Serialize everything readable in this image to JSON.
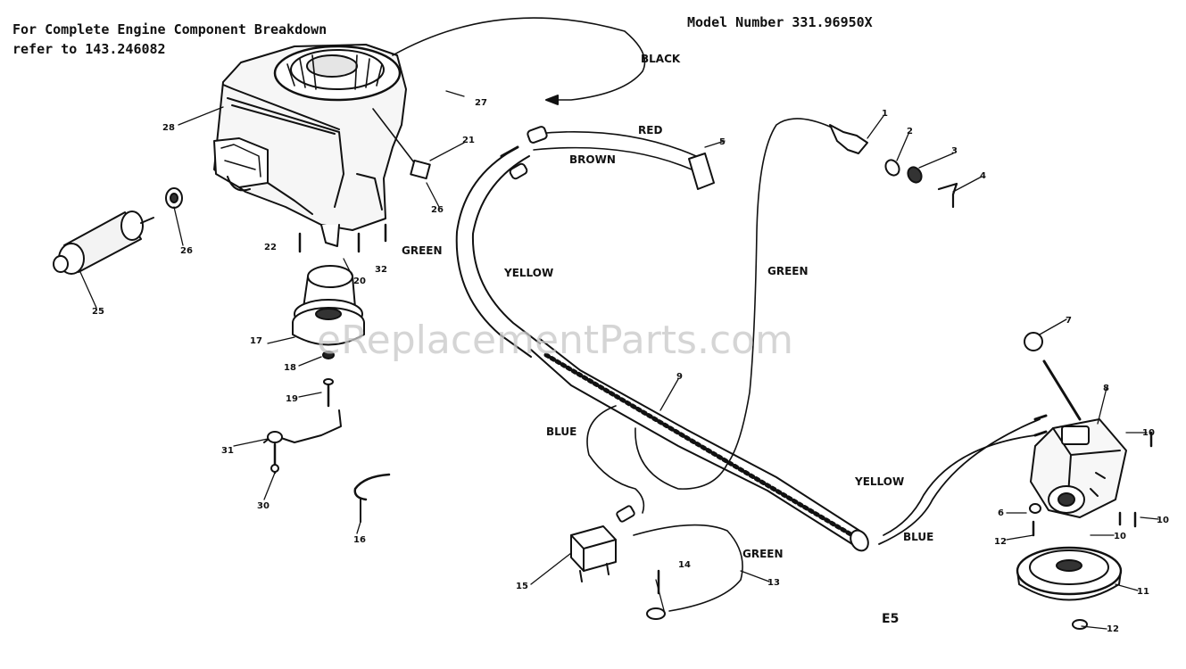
{
  "header": {
    "line1": "For Complete Engine Component Breakdown",
    "line2": "refer to 143.246082",
    "model": "Model Number 331.96950X"
  },
  "wire_labels": {
    "black": "BLACK",
    "red": "RED",
    "brown": "BROWN",
    "green_left": "GREEN",
    "yellow_top": "YELLOW",
    "green_mid": "GREEN",
    "blue_left": "BLUE",
    "yellow_right": "YELLOW",
    "blue_right": "BLUE",
    "green_bottom": "GREEN"
  },
  "part_numbers": {
    "p28": "28",
    "p27": "27",
    "p21": "21",
    "p26a": "26",
    "p26b": "26",
    "p25": "25",
    "p22": "22",
    "p20": "20",
    "p32": "32",
    "p17": "17",
    "p18": "18",
    "p19": "19",
    "p31": "31",
    "p30": "30",
    "p16": "16",
    "p5": "5",
    "p1": "1",
    "p2": "2",
    "p3": "3",
    "p4": "4",
    "p9": "9",
    "p7": "7",
    "p8": "8",
    "p10a": "10",
    "p6": "6",
    "p10b": "10",
    "p12a": "12",
    "p10c": "10",
    "p11": "11",
    "p12b": "12",
    "p14": "14",
    "p13": "13",
    "p15": "15"
  },
  "footer": {
    "code": "E5"
  },
  "watermark": "eReplacementParts.com"
}
